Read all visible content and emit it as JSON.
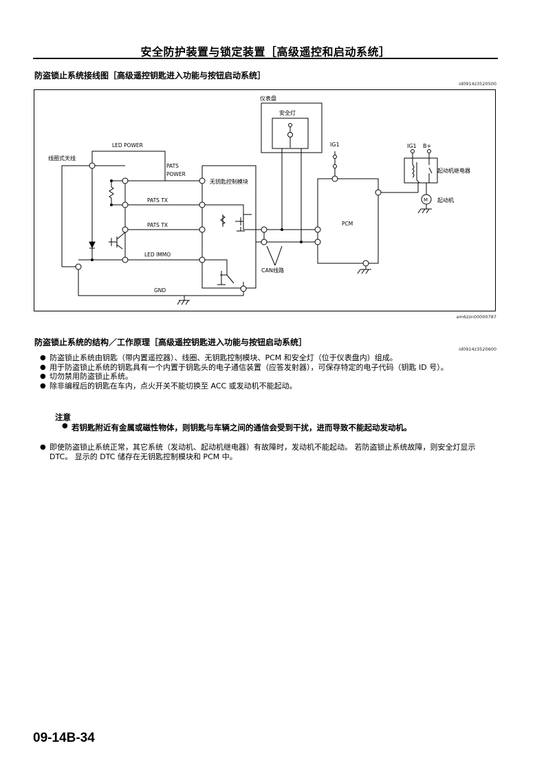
{
  "header": {
    "title": "安全防护装置与锁定装置［高级遥控和启动系统］"
  },
  "section1": {
    "title": "防盗锁止系统接线图［高级遥控钥匙进入功能与按钮启动系统］",
    "ref": "id0914z3520500",
    "figure_id": "am6zzn00000787"
  },
  "diagram": {
    "instrument_cluster": "仪表盘",
    "security_light": "安全灯",
    "ig1_top": "IG1",
    "ig1_relay": "IG1",
    "b_plus": "B+",
    "starter_relay": "起动机继电器",
    "starter": "起动机",
    "motor_symbol": "M",
    "coil_antenna": "线圈式天线",
    "led_power": "LED POWER",
    "pats_power_1": "PATS",
    "pats_power_2": "POWER",
    "keyless_module": "无钥匙控制模块",
    "pats_tx_1": "PATS TX",
    "pats_tx_2": "PATS TX",
    "led_immo": "LED IMMO",
    "gnd": "GND",
    "pcm": "PCM",
    "can_line": "CAN线路"
  },
  "section2": {
    "title": "防盗锁止系统的结构／工作原理［高级遥控钥匙进入功能与按钮启动系统］",
    "ref": "id0914z3520600",
    "bullets": [
      "防盗锁止系统由钥匙（带内置遥控器）、线圈、无钥匙控制模块、PCM 和安全灯（位于仪表盘内）组成。",
      "用于防盗锁止系统的钥匙具有一个内置于钥匙头的电子通信装置（应答发射器），可保存特定的电子代码（钥匙 ID 号）。",
      "切勿禁用防盗锁止系统。",
      "除非编程后的钥匙在车内，点火开关不能切换至 ACC 或发动机不能起动。"
    ],
    "caution_label": "注意",
    "caution_text": "若钥匙附近有金属或磁性物体，则钥匙与车辆之间的通信会受到干扰，进而导致不能起动发动机。",
    "bullet_after": "即使防盗锁止系统正常，其它系统（发动机、起动机继电器）有故障时，发动机不能起动。 若防盗锁止系统故障，则安全灯显示 DTC。 显示的 DTC 储存在无钥匙控制模块和 PCM 中。"
  },
  "footer": {
    "page_number": "09-14B-34"
  }
}
